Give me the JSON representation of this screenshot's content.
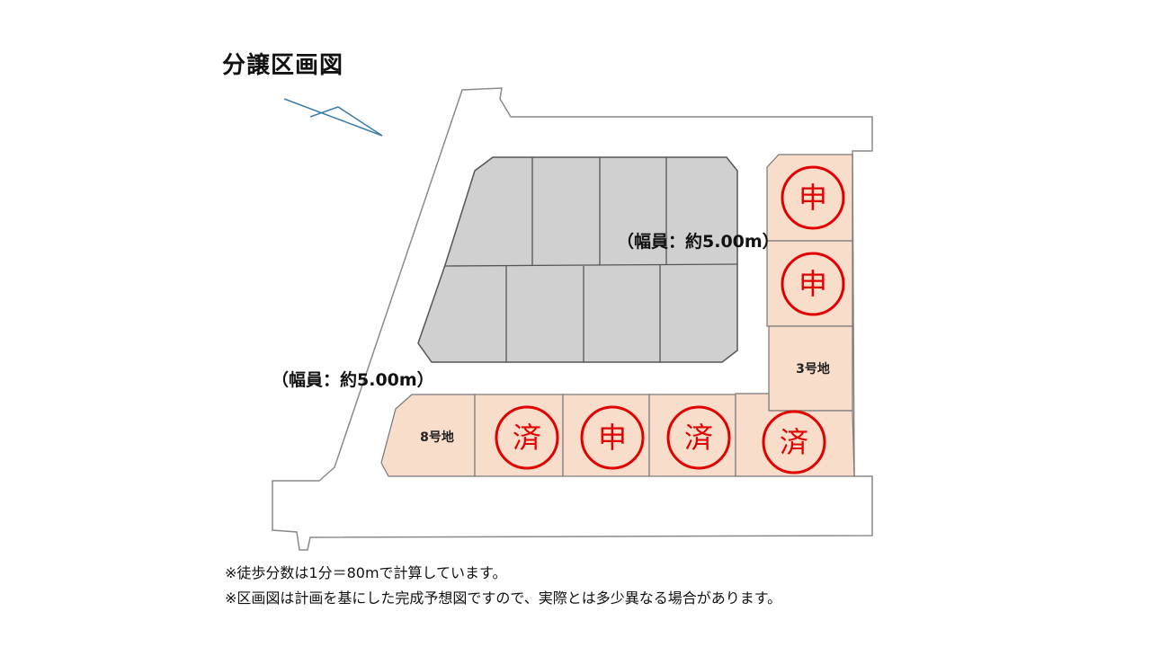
{
  "title": "分譲区画図",
  "road_width_labels": [
    "（幅員：約5.00m）",
    "（幅員：約5.00m）"
  ],
  "lots": {
    "right_1": {
      "stamp": "申"
    },
    "right_2": {
      "stamp": "申"
    },
    "right_3": {
      "label": "3号地"
    },
    "bottom_1": {
      "label": "8号地"
    },
    "bottom_2": {
      "stamp": "済"
    },
    "bottom_3": {
      "stamp": "申"
    },
    "bottom_4": {
      "stamp": "済"
    },
    "bottom_5": {
      "stamp": "済"
    }
  },
  "notes": [
    "※徒歩分数は1分＝80mで計算しています。",
    "※区画図は計画を基にした完成予想図ですので、実際とは多少異なる場合があります。"
  ],
  "colors": {
    "lot": "#f9ddcb",
    "unsold_block": "#d0d0d0",
    "stamp": "#e00000",
    "north_arrow": "#3a7ca5"
  }
}
